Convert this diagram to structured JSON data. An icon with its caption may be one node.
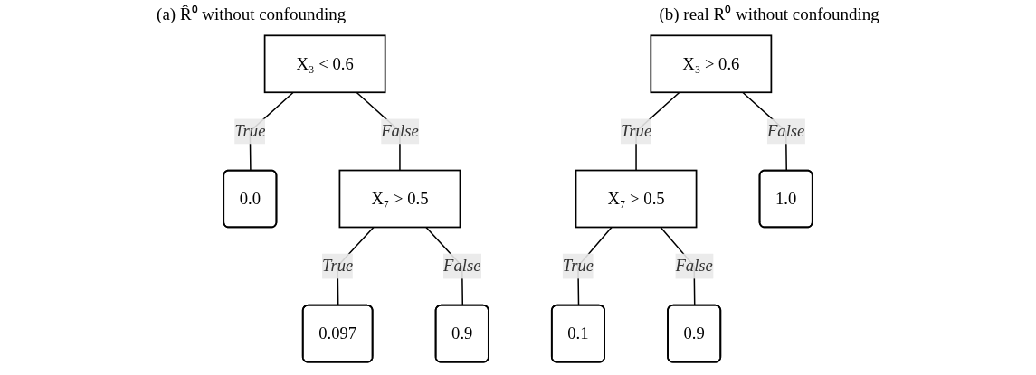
{
  "diagram": {
    "nodes": [
      {
        "text": [
          "X₃ < 0.6"
        ]
      },
      {
        "text": [
          "0.0"
        ]
      },
      {
        "text": [
          "X₇ > 0.5"
        ]
      },
      {
        "text": [
          "0.097"
        ]
      },
      {
        "text": [
          "0.9"
        ]
      },
      {
        "text": [
          "X₃ > 0.6"
        ]
      },
      {
        "text": [
          "X₇ > 0.5"
        ]
      },
      {
        "text": [
          "1.0"
        ]
      },
      {
        "text": [
          "0.1"
        ]
      },
      {
        "text": [
          "0.9"
        ]
      }
    ],
    "edges": [
      {
        "from": 0,
        "to": 1,
        "arrow": "none",
        "label": "True"
      },
      {
        "from": 0,
        "to": 2,
        "arrow": "none",
        "label": "False"
      },
      {
        "from": 2,
        "to": 3,
        "arrow": "none",
        "label": "True"
      },
      {
        "from": 2,
        "to": 4,
        "arrow": "none",
        "label": "False"
      },
      {
        "from": 5,
        "to": 6,
        "arrow": "none",
        "label": "True"
      },
      {
        "from": 5,
        "to": 7,
        "arrow": "none",
        "label": "False"
      },
      {
        "from": 6,
        "to": 8,
        "arrow": "none",
        "label": "True"
      },
      {
        "from": 6,
        "to": 9,
        "arrow": "none",
        "label": "False"
      }
    ],
    "labels": [
      "(a) R̂⁰ without confounding",
      "(b) real R⁰ without confounding"
    ]
  }
}
